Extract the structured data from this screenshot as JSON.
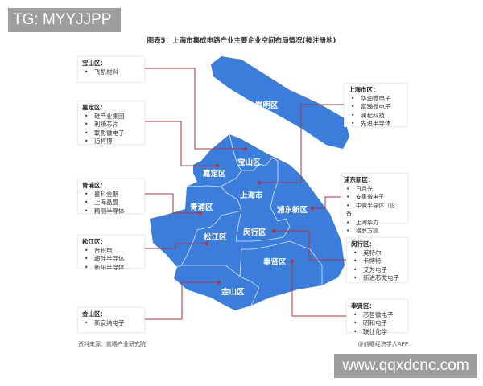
{
  "watermark_top": "TG: MYYJJPP",
  "watermark_bottom": "www.qqxdcnc.com",
  "title": "图表5：上海市集成电路产业主要企业空间布局情况(按注册地)",
  "colors": {
    "map_fill": "#3b7ddb",
    "leader_line": "#b5323a",
    "border": "#dfe8f7"
  },
  "map_labels": {
    "chongming": "崇明区",
    "baoshan": "宝山区",
    "jiading": "嘉定区",
    "shanghai": "上海市",
    "qingpu": "青浦区",
    "pudong": "浦东新区",
    "songjiang": "松江区",
    "minhang": "闵行区",
    "fengxian": "奉贤区",
    "jinshan": "金山区"
  },
  "districts": {
    "baoshan": {
      "header": "宝山区：",
      "companies": [
        "飞凯材料"
      ]
    },
    "jiading": {
      "header": "嘉定区：",
      "companies": [
        "硅产业集团",
        "利扬芯片",
        "联影微电子",
        "迈柯博"
      ]
    },
    "qingpu": {
      "header": "青浦区：",
      "companies": [
        "星科金朋",
        "上海晶盟",
        "精测半导体"
      ]
    },
    "songjiang": {
      "header": "松江区：",
      "companies": [
        "台积电",
        "超硅半导体",
        "新阳半导体"
      ]
    },
    "jinshan": {
      "header": "金山区：",
      "companies": [
        "新安纳电子"
      ]
    },
    "shanghai": {
      "header": "上海市区：",
      "companies": [
        "华润微电子",
        "富瀚微电子",
        "澜起科技",
        "先进半导体"
      ]
    },
    "pudong": {
      "header": "浦东新区：",
      "companies": [
        "日月光",
        "安集微电子",
        "中微半导体（设备）",
        "上海华力",
        "格罗方德"
      ]
    },
    "minhang": {
      "header": "闵行区：",
      "companies": [
        "英特尔",
        "卡博特",
        "艾为电子",
        "新进芯微电子"
      ]
    },
    "fengxian": {
      "header": "奉贤区：",
      "companies": [
        "芯哲微电子",
        "昭和电子",
        "联仕化学"
      ]
    }
  },
  "footer": {
    "source": "资料来源：前瞻产业研究院",
    "credit": "@前瞻经济学人APP"
  }
}
